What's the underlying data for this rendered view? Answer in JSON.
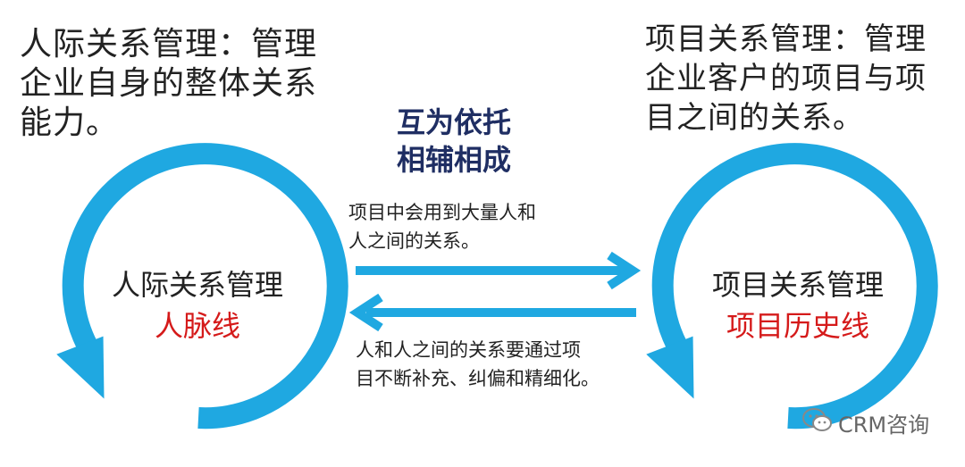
{
  "left_description": "人际关系管理：管理\n企业自身的整体关系\n能力。",
  "right_description": "项目关系管理：管理\n企业客户的项目与项\n目之间的关系。",
  "center_title": "互为依托\n相辅相成",
  "arrow_top_text": "项目中会用到大量人和\n人之间的关系。",
  "arrow_bottom_text": "人和人之间的关系要通过项\n目不断补充、纠偏和精细化。",
  "left_circle": {
    "title": "人际关系管理",
    "subtitle": "人脉线"
  },
  "right_circle": {
    "title": "项目关系管理",
    "subtitle": "项目历史线"
  },
  "watermark": {
    "text": "CRM咨询",
    "icon": "wechat-icon"
  },
  "colors": {
    "accent": "#1fa8e1",
    "highlight": "#d51a1a",
    "title": "#1f2e63"
  }
}
